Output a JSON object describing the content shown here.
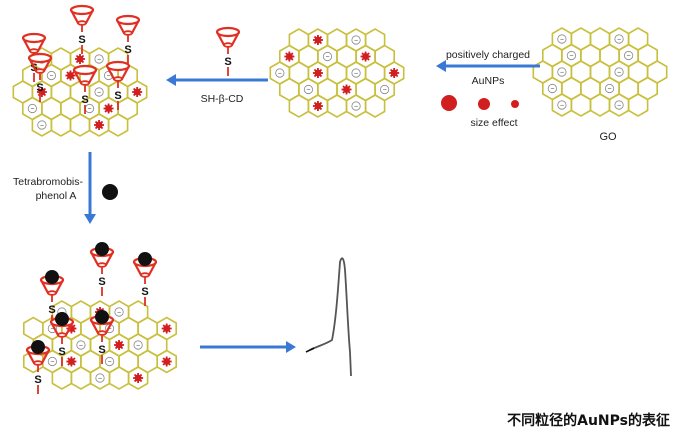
{
  "labels": {
    "go": "GO",
    "positively_charged": "positively charged",
    "aunps": "AuNPs",
    "size_effect": "size effect",
    "sh_beta_cd": "SH-β-CD",
    "tetrabromobis": "Tetrabromobis-",
    "phenol_a": "phenol A",
    "s": "S",
    "minus": "−"
  },
  "caption": "不同粒径的AuNPs的表征",
  "colors": {
    "graphene_edge": "#c8bf3c",
    "cyclodextrin": "#e03024",
    "gold_particle": "#d11f1f",
    "arrow": "#3a78d6",
    "guest_molecule": "#111111",
    "curve": "#555555"
  }
}
